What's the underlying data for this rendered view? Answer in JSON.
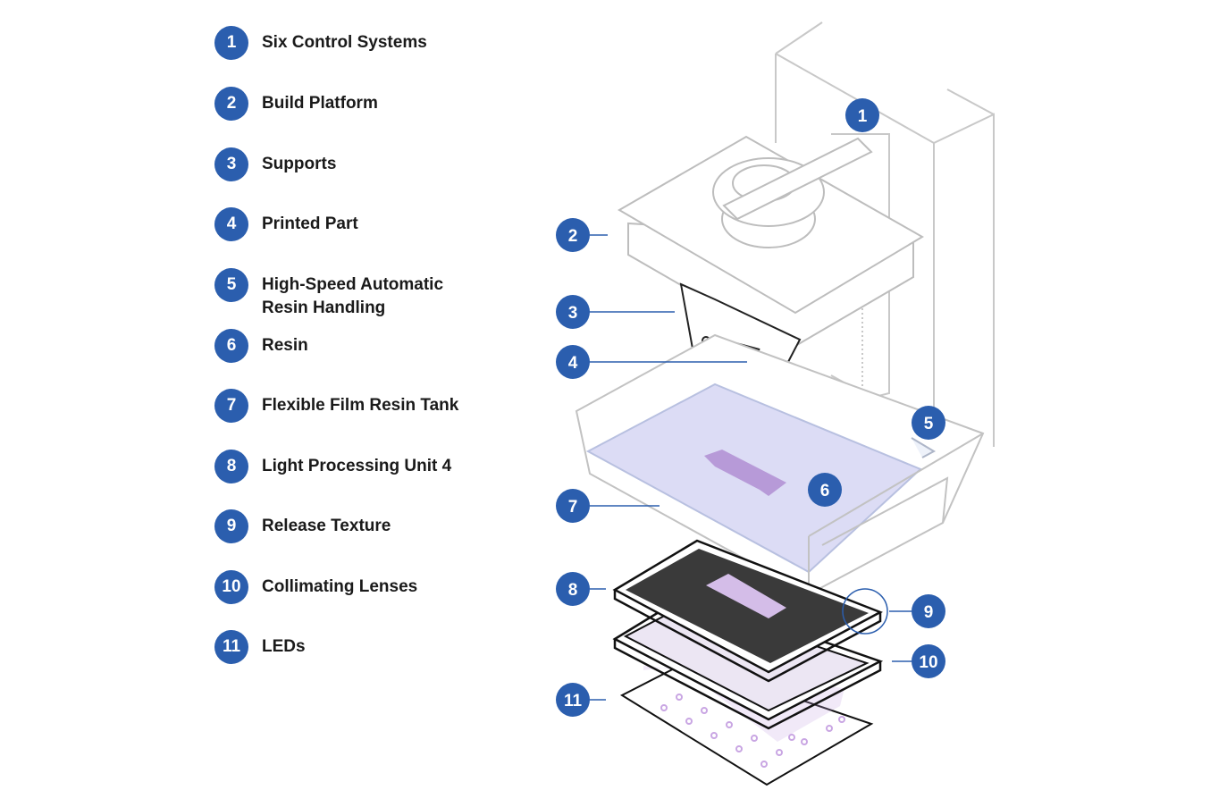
{
  "legend": [
    {
      "number": "1",
      "label": "Six Control Systems"
    },
    {
      "number": "2",
      "label": "Build Platform"
    },
    {
      "number": "3",
      "label": "Supports"
    },
    {
      "number": "4",
      "label": "Printed Part"
    },
    {
      "number": "5",
      "label": "High-Speed Automatic Resin Handling"
    },
    {
      "number": "6",
      "label": "Resin"
    },
    {
      "number": "7",
      "label": "Flexible Film Resin Tank"
    },
    {
      "number": "8",
      "label": "Light Processing Unit 4"
    },
    {
      "number": "9",
      "label": "Release Texture"
    },
    {
      "number": "10",
      "label": "Collimating Lenses"
    },
    {
      "number": "11",
      "label": "LEDs"
    }
  ],
  "colors": {
    "badge": "#2b5eae",
    "resin": "#dcdcf5",
    "part": "#b79ad8",
    "led": "#c9a6e3"
  }
}
